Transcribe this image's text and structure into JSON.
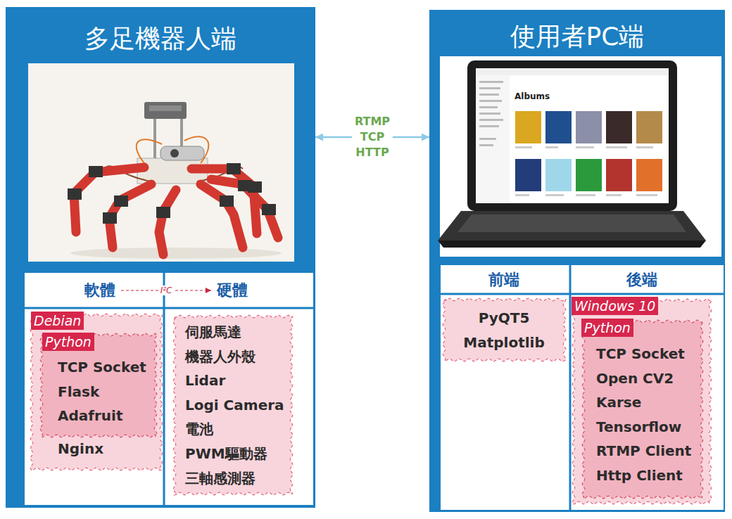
{
  "diagram": {
    "nodes": [
      {
        "text": [
          "多足機器人端"
        ]
      },
      {
        "text": [
          "軟體"
        ],
        "in": 0
      },
      {
        "text": [
          "硬體"
        ],
        "in": 0
      },
      {
        "text": [
          "Debian",
          "Nginx"
        ],
        "in": 0
      },
      {
        "text": [
          "Python",
          "TCP Socket",
          "Flask",
          "Adafruit"
        ],
        "in": 3
      },
      {
        "text": [
          "伺服馬達",
          "機器人外殼",
          "Lidar",
          "Logi Camera",
          "電池",
          "PWM驅動器",
          "三軸感測器"
        ],
        "in": 0
      },
      {
        "text": [
          "使用者PC端"
        ]
      },
      {
        "text": [
          "前端"
        ],
        "in": 6
      },
      {
        "text": [
          "後端"
        ],
        "in": 6
      },
      {
        "text": [
          "PyQT5",
          "Matplotlib"
        ],
        "in": 6
      },
      {
        "text": [
          "Windows 10"
        ],
        "in": 6
      },
      {
        "text": [
          "Python",
          "TCP Socket",
          "Open CV2",
          "Karse",
          "Tensorflow",
          "RTMP Client",
          "Http Client"
        ],
        "in": 10
      }
    ],
    "edges": [
      {
        "from": 0,
        "to": 6,
        "label": "RTMP TCP HTTP",
        "arrow": "both"
      },
      {
        "from": 1,
        "to": 2,
        "label": "I²C",
        "arrow": "to"
      }
    ],
    "labels": [
      "Albums"
    ]
  }
}
